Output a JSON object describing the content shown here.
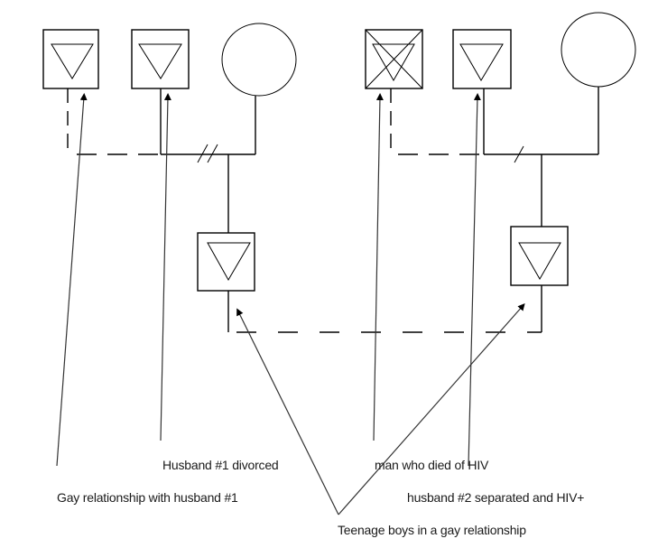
{
  "diagram": {
    "type": "genogram",
    "people": [
      {
        "id": "gay-partner",
        "symbol": "male-square-with-triangle"
      },
      {
        "id": "husband-1",
        "symbol": "male-square-with-triangle"
      },
      {
        "id": "woman",
        "symbol": "female-circle"
      },
      {
        "id": "deceased-man",
        "symbol": "male-square-with-triangle-crossed"
      },
      {
        "id": "husband-2",
        "symbol": "male-square-with-triangle"
      },
      {
        "id": "woman-2",
        "symbol": "female-circle"
      },
      {
        "id": "son-1",
        "symbol": "male-square-with-triangle"
      },
      {
        "id": "son-2",
        "symbol": "male-square-with-triangle"
      }
    ],
    "relationships": [
      {
        "from": "gay-partner",
        "to": "husband-1",
        "style": "dashed",
        "meaning": "gay relationship"
      },
      {
        "from": "husband-1",
        "to": "woman",
        "style": "solid-double-slash",
        "meaning": "divorced"
      },
      {
        "from": "deceased-man",
        "to": "husband-2",
        "style": "dashed"
      },
      {
        "from": "husband-2",
        "to": "woman-2",
        "style": "solid-single-slash",
        "meaning": "separated"
      },
      {
        "from": "son-1",
        "to": "son-2",
        "style": "dashed",
        "meaning": "gay relationship"
      }
    ]
  },
  "labels": {
    "husband1": "Husband #1 divorced",
    "died": "man who died of HIV",
    "gay": "Gay relationship with husband #1",
    "husband2": "husband #2 separated and HIV+",
    "teen": "Teenage boys in a gay relationship"
  }
}
